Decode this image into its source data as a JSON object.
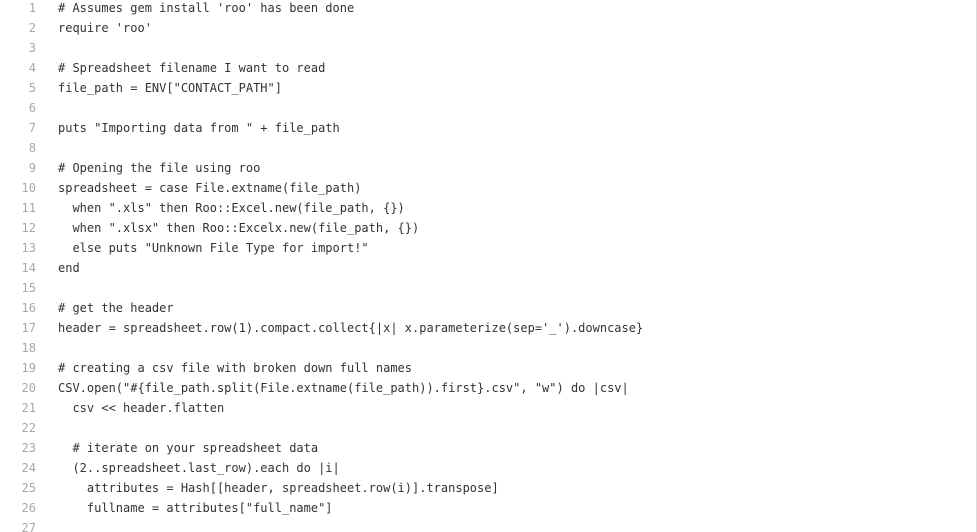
{
  "code_view": {
    "lines": [
      {
        "num": "1",
        "code": "# Assumes gem install 'roo' has been done"
      },
      {
        "num": "2",
        "code": "require 'roo'"
      },
      {
        "num": "3",
        "code": ""
      },
      {
        "num": "4",
        "code": "# Spreadsheet filename I want to read"
      },
      {
        "num": "5",
        "code": "file_path = ENV[\"CONTACT_PATH\"]"
      },
      {
        "num": "6",
        "code": ""
      },
      {
        "num": "7",
        "code": "puts \"Importing data from \" + file_path"
      },
      {
        "num": "8",
        "code": ""
      },
      {
        "num": "9",
        "code": "# Opening the file using roo"
      },
      {
        "num": "10",
        "code": "spreadsheet = case File.extname(file_path)"
      },
      {
        "num": "11",
        "code": "  when \".xls\" then Roo::Excel.new(file_path, {})"
      },
      {
        "num": "12",
        "code": "  when \".xlsx\" then Roo::Excelx.new(file_path, {})"
      },
      {
        "num": "13",
        "code": "  else puts \"Unknown File Type for import!\""
      },
      {
        "num": "14",
        "code": "end"
      },
      {
        "num": "15",
        "code": ""
      },
      {
        "num": "16",
        "code": "# get the header"
      },
      {
        "num": "17",
        "code": "header = spreadsheet.row(1).compact.collect{|x| x.parameterize(sep='_').downcase}"
      },
      {
        "num": "18",
        "code": ""
      },
      {
        "num": "19",
        "code": "# creating a csv file with broken down full names"
      },
      {
        "num": "20",
        "code": "CSV.open(\"#{file_path.split(File.extname(file_path)).first}.csv\", \"w\") do |csv|"
      },
      {
        "num": "21",
        "code": "  csv << header.flatten"
      },
      {
        "num": "22",
        "code": ""
      },
      {
        "num": "23",
        "code": "  # iterate on your spreadsheet data"
      },
      {
        "num": "24",
        "code": "  (2..spreadsheet.last_row).each do |i|"
      },
      {
        "num": "25",
        "code": "    attributes = Hash[[header, spreadsheet.row(i)].transpose]"
      },
      {
        "num": "26",
        "code": "    fullname = attributes[\"full_name\"]"
      },
      {
        "num": "27",
        "code": ""
      }
    ]
  }
}
